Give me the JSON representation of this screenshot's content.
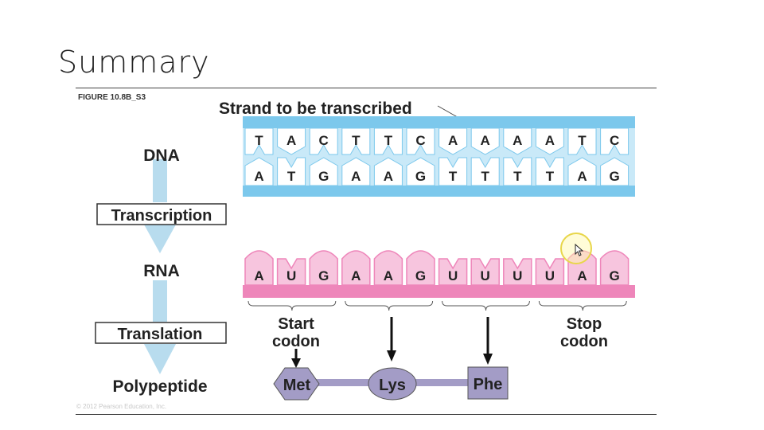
{
  "slide": {
    "title": "Summary",
    "figure_label": "FIGURE 10.8B_S3",
    "copyright": "© 2012 Pearson Education, Inc."
  },
  "diagram": {
    "strand_label": "Strand to be transcribed",
    "steps": {
      "dna": "DNA",
      "transcription": "Transcription",
      "rna": "RNA",
      "translation": "Translation",
      "polypeptide": "Polypeptide"
    },
    "dna_template": [
      "T",
      "A",
      "C",
      "T",
      "T",
      "C",
      "A",
      "A",
      "A",
      "A",
      "T",
      "C"
    ],
    "dna_complement": [
      "A",
      "T",
      "G",
      "A",
      "A",
      "G",
      "T",
      "T",
      "T",
      "T",
      "A",
      "G"
    ],
    "rna": [
      "A",
      "U",
      "G",
      "A",
      "A",
      "G",
      "U",
      "U",
      "U",
      "U",
      "A",
      "G"
    ],
    "start_codon_label": [
      "Start",
      "codon"
    ],
    "stop_codon_label": [
      "Stop",
      "codon"
    ],
    "amino_acids": [
      "Met",
      "Lys",
      "Phe"
    ],
    "colors": {
      "dna_dark": "#7cc8ec",
      "dna_light": "#c9e9f8",
      "rna_dark": "#ee86ba",
      "rna_light": "#f7c5de",
      "amino_acid": "#a39cc6",
      "arrow": "#b8dcee"
    }
  }
}
